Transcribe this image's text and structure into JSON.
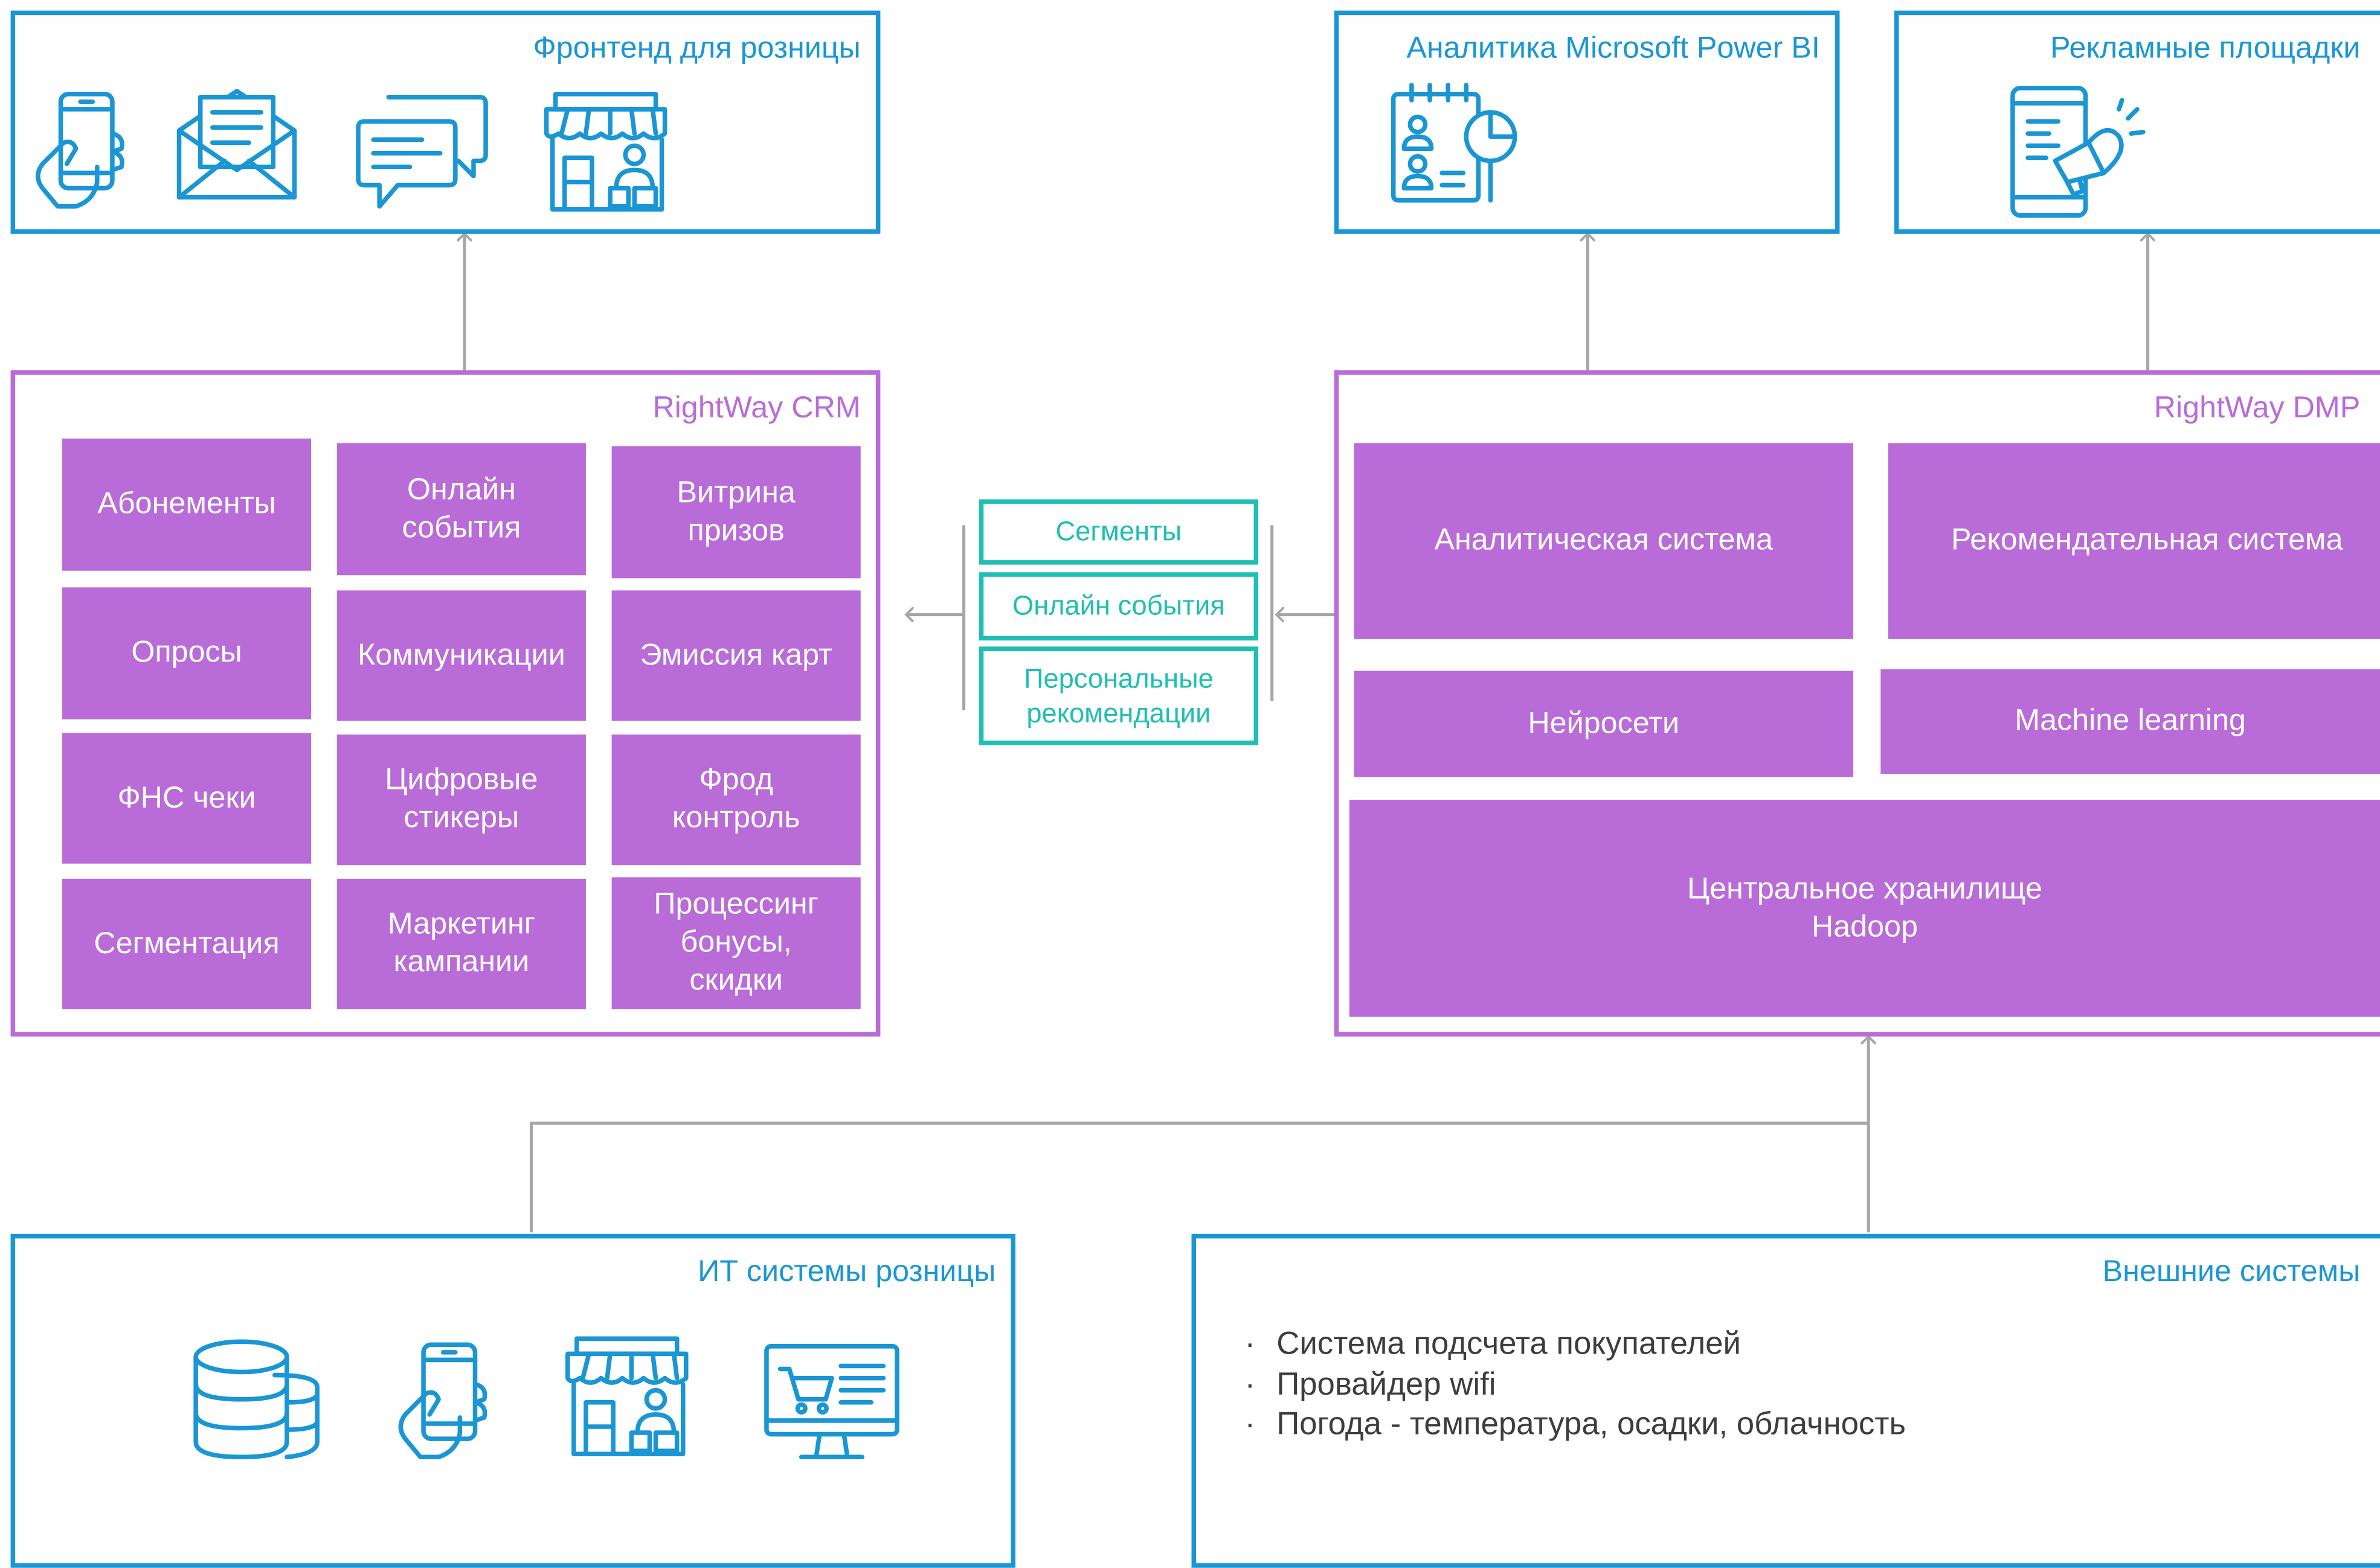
{
  "frontend": {
    "title": "Фронтенд для розницы",
    "icons": [
      "phone-hand-icon",
      "envelope-icon",
      "chat-bubbles-icon",
      "storefront-icon"
    ]
  },
  "analytics": {
    "title": "Аналитика Microsoft Power BI",
    "icons": [
      "report-pie-icon"
    ]
  },
  "ads": {
    "title": "Рекламные площадки",
    "icons": [
      "phone-megaphone-icon"
    ]
  },
  "crm": {
    "title": "RightWay CRM",
    "tiles": [
      "Абонементы",
      "Онлайн\nсобытия",
      "Витрина\nпризов",
      "Опросы",
      "Коммуникации",
      "Эмиссия карт",
      "ФНС чеки",
      "Цифровые\nстикеры",
      "Фрод\nконтроль",
      "Сегментация",
      "Маркетинг\nкампании",
      "Процессинг\nбонусы,\nскидки"
    ]
  },
  "flow": {
    "chips": [
      "Сегменты",
      "Онлайн события",
      "Персональные\nрекомендации"
    ]
  },
  "dmp": {
    "title": "RightWay  DMP",
    "tiles": [
      "Аналитическая система",
      "Рекомендательная система",
      "Нейросети",
      "Machine learning",
      "Центральное хранилище\nHadoop"
    ]
  },
  "retail_it": {
    "title": "ИТ системы розницы",
    "icons": [
      "database-icon",
      "phone-hand-icon",
      "storefront-icon",
      "monitor-cart-icon"
    ]
  },
  "external": {
    "title": "Внешние системы",
    "items": [
      "Система подсчета покупателей",
      "Провайдер wifi",
      "Погода - температура, осадки, облачность"
    ]
  },
  "colors": {
    "blue": "#1a96d4",
    "purple": "#b96bd8",
    "teal": "#1fbfb1",
    "arrow_gray": "#a6a6a6"
  }
}
